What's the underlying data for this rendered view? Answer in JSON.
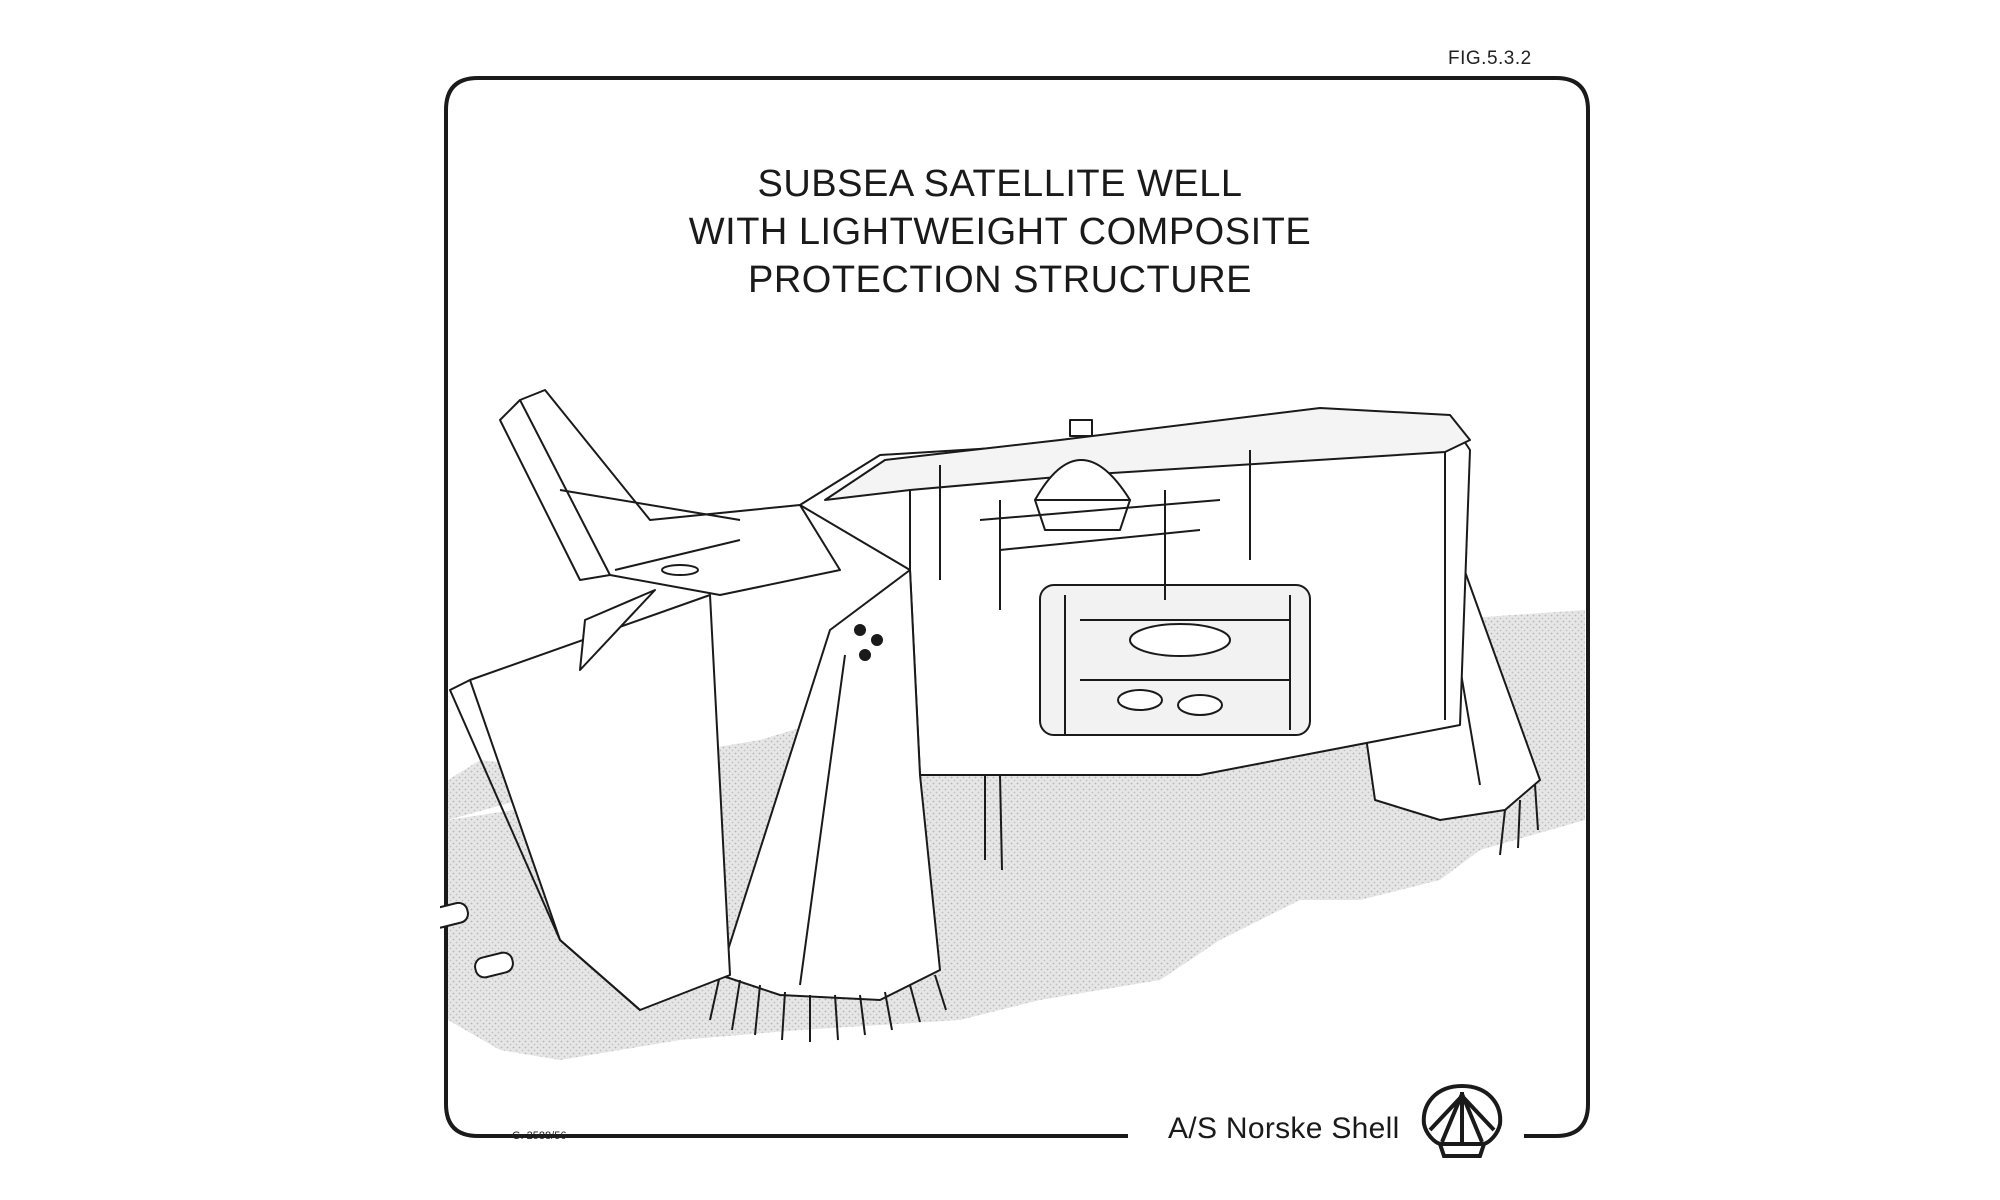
{
  "figure": {
    "number": "FIG.5.3.2",
    "title_lines": [
      "SUBSEA SATELLITE WELL",
      "WITH LIGHTWEIGHT COMPOSITE",
      "PROTECTION STRUCTURE"
    ],
    "drawing_code": "G. 2588/56",
    "company": "A/S Norske Shell",
    "logo_icon": "shell-logo-icon",
    "illustration_icon": "subsea-well-protection-structure-illustration"
  }
}
